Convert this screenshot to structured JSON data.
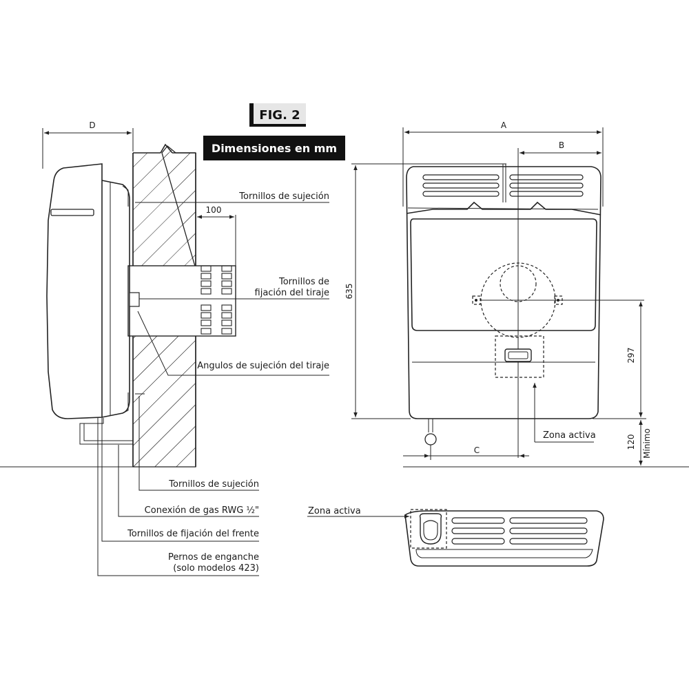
{
  "header": {
    "figure_label": "FIG. 2",
    "subtitle": "Dimensiones en mm"
  },
  "side_view": {
    "dimension_d": "D",
    "dimension_100": "100",
    "labels": {
      "screws_top": "Tornillos de sujeción",
      "flue_screws_line1": "Tornillos de",
      "flue_screws_line2": "fijación del tiraje",
      "flue_angles": "Angulos de sujeción del tiraje",
      "screws_bottom": "Tornillos de sujeción",
      "gas_connection": "Conexión de gas RWG ½\"",
      "front_screws": "Tornillos de fijación del frente",
      "hook_bolts_line1": "Pernos de enganche",
      "hook_bolts_line2": "(solo modelos 423)"
    }
  },
  "front_view": {
    "dimension_a": "A",
    "dimension_b": "B",
    "dimension_c": "C",
    "dimension_height": "635",
    "dimension_297": "297",
    "dimension_120": "120",
    "minimo": "Mínimo",
    "active_zone": "Zona activa"
  },
  "top_view": {
    "active_zone": "Zona activa"
  }
}
